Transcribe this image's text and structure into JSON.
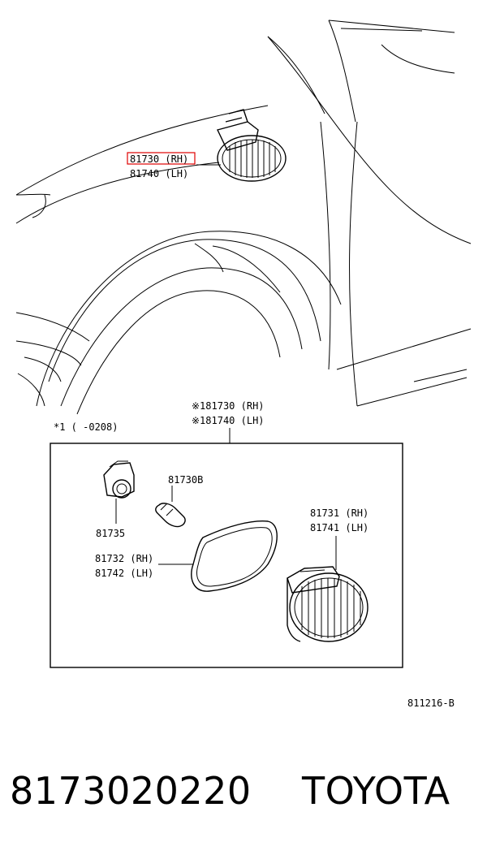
{
  "diagram": {
    "top_part": {
      "rh_code": "81730 (RH)",
      "lh_code": "81740 (LH)",
      "highlight_color": "#e00000"
    },
    "assembly": {
      "rh_code": "※181730 (RH)",
      "lh_code": "※181740 (LH)",
      "footnote": "*1 (      -0208)"
    },
    "parts": {
      "bulb": "81730B",
      "socket": "81735",
      "gasket_rh": "81732 (RH)",
      "gasket_lh": "81742 (LH)",
      "lens_rh": "81731 (RH)",
      "lens_lh": "81741 (LH)"
    },
    "figure_ref": "811216-B"
  },
  "footer": {
    "part_number": "8173020220",
    "brand": "TOYOTA"
  }
}
